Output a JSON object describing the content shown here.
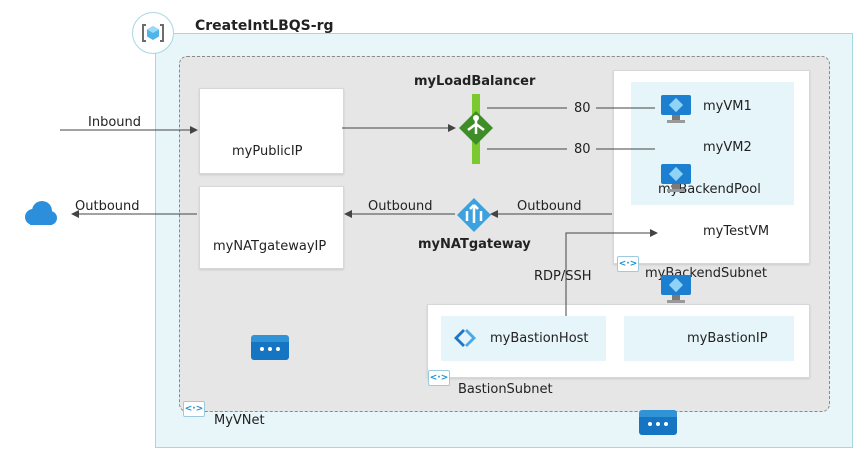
{
  "resource_group": {
    "title": "CreateIntLBQS-rg",
    "icon": "resource-group-icon"
  },
  "vnet": {
    "label": "MyVNet",
    "icon": "vnet-icon"
  },
  "load_balancer": {
    "label": "myLoadBalancer",
    "icon": "load-balancer-icon"
  },
  "nat_gateway": {
    "label": "myNATgateway",
    "icon": "nat-gateway-icon"
  },
  "public_ip": {
    "label": "myPublicIP",
    "icon": "public-ip-icon"
  },
  "nat_gateway_ip": {
    "label": "myNATgatewayIP",
    "icon": "public-ip-icon"
  },
  "backend_subnet": {
    "label": "myBackendSubnet",
    "pool_label": "myBackendPool",
    "vms": [
      {
        "label": "myVM1",
        "port": "80"
      },
      {
        "label": "myVM2",
        "port": "80"
      }
    ],
    "test_vm": {
      "label": "myTestVM"
    }
  },
  "bastion_subnet": {
    "label": "BastionSubnet",
    "host_label": "myBastionHost",
    "ip_label": "myBastionIP"
  },
  "edges": {
    "inbound": "Inbound",
    "outbound_left": "Outbound",
    "outbound_mid": "Outbound",
    "outbound_right": "Outbound",
    "rdp": "RDP/SSH"
  },
  "cloud": {
    "icon": "cloud-icon"
  }
}
